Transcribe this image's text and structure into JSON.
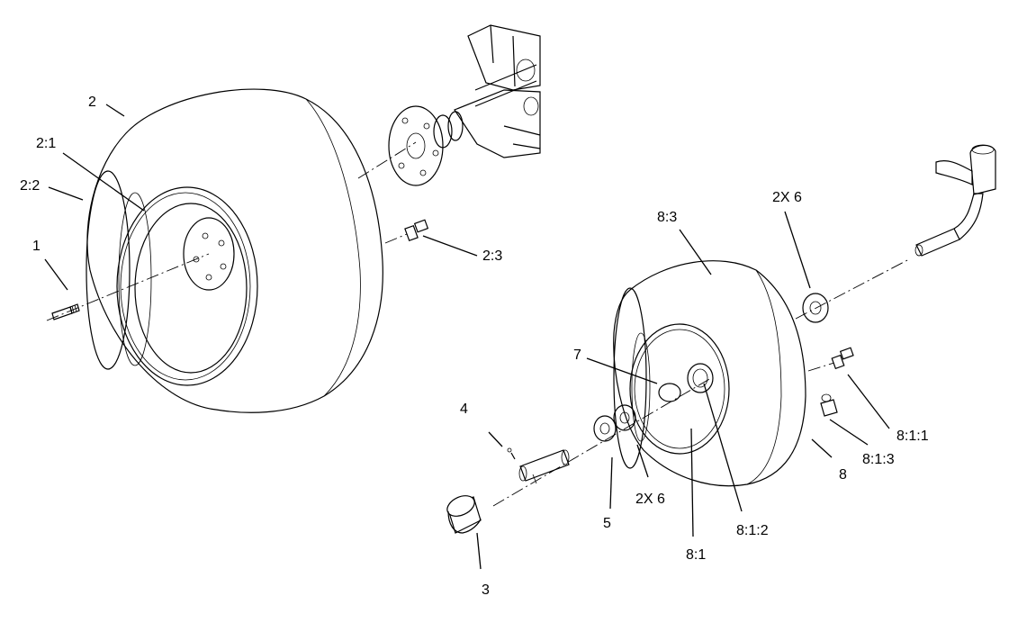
{
  "callouts": {
    "c2": "2",
    "c2_1": "2:1",
    "c2_2": "2:2",
    "c1": "1",
    "c2_3": "2:3",
    "c8_3": "8:3",
    "c2x6_top": "2X 6",
    "c7": "7",
    "c4": "4",
    "c8_1_1": "8:1:1",
    "c8_1_3": "8:1:3",
    "c8": "8",
    "c2x6_bottom": "2X 6",
    "c5": "5",
    "c8_1_2": "8:1:2",
    "c8_1": "8:1",
    "c3": "3"
  }
}
